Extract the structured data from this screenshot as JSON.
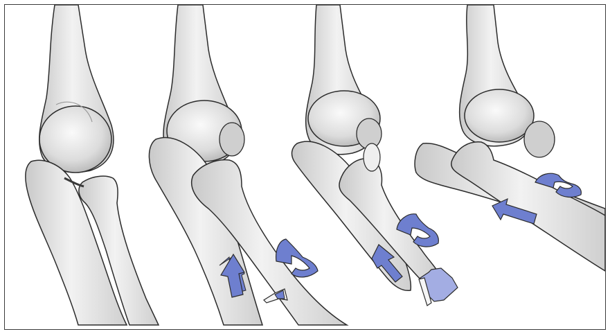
{
  "figure": {
    "panels": [
      {
        "id": "panel-1",
        "arrows": []
      },
      {
        "id": "panel-2",
        "arrows": [
          "straight-arrow-up",
          "curved-rotation-arrow",
          "hollow-arrow"
        ]
      },
      {
        "id": "panel-3",
        "arrows": [
          "straight-arrow-up",
          "curved-rotation-arrow",
          "large-block-arrow"
        ]
      },
      {
        "id": "panel-4",
        "arrows": [
          "curved-rotation-arrow",
          "straight-arrow-left"
        ]
      }
    ],
    "colors": {
      "bone_fill": "#e2e2e2",
      "bone_light": "#f4f4f4",
      "bone_shadow": "#c2c2c2",
      "outline": "#2b2b2b",
      "arrow_blue": "#6e7fcf",
      "arrow_blue_light": "#a3ade3",
      "frame": "#3a3a3a"
    }
  }
}
